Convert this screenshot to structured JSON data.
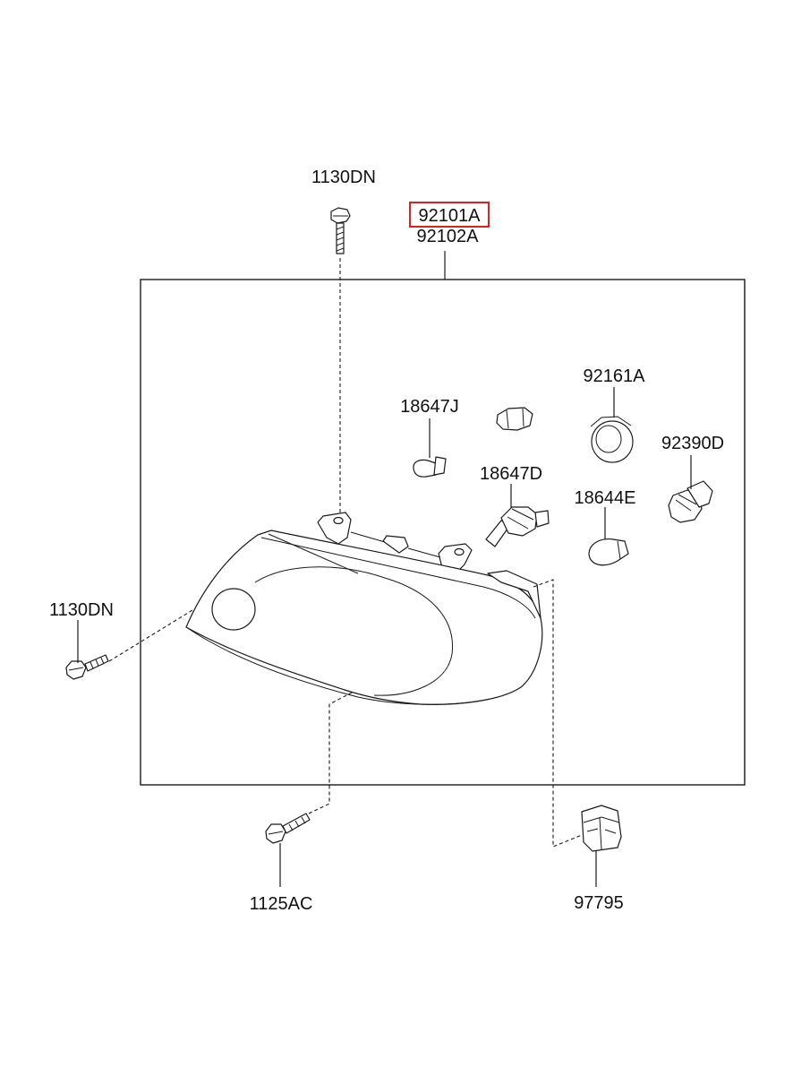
{
  "part_labels": {
    "bolt_top": "1130DN",
    "headlamp_assy_lh": "92101A",
    "headlamp_assy_rh": "92102A",
    "socket": "92161A",
    "bulb_small": "18647J",
    "bulb_halogen": "18647D",
    "bulb_turn": "18644E",
    "socket_bulb": "92390D",
    "bolt_left": "1130DN",
    "bolt_bottom": "1125AC",
    "clip": "97795"
  },
  "highlight": {
    "part": "92101A",
    "color": "#e0201b"
  },
  "colors": {
    "line": "#1a1a1a",
    "background": "#ffffff"
  }
}
